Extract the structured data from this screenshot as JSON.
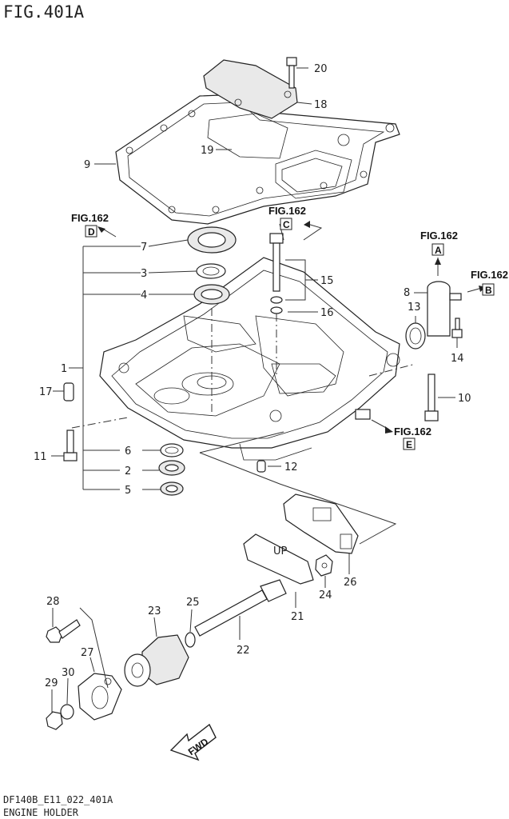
{
  "header": {
    "title": "FIG.401A"
  },
  "footer": {
    "code": "DF140B_E11_022_401A",
    "name": "ENGINE HOLDER"
  },
  "fig_refs": [
    {
      "id": "D",
      "text": "FIG.162"
    },
    {
      "id": "C",
      "text": "FIG.162"
    },
    {
      "id": "A",
      "text": "FIG.162"
    },
    {
      "id": "B",
      "text": "FIG.162"
    },
    {
      "id": "E",
      "text": "FIG.162"
    }
  ],
  "part_labels": [
    "1",
    "2",
    "3",
    "4",
    "5",
    "6",
    "7",
    "8",
    "9",
    "10",
    "11",
    "12",
    "13",
    "14",
    "15",
    "16",
    "17",
    "18",
    "19",
    "20",
    "21",
    "22",
    "23",
    "24",
    "25",
    "26",
    "27",
    "28",
    "29",
    "30"
  ],
  "fwd": {
    "text": "FWD"
  },
  "stamp": {
    "text": "UP"
  }
}
